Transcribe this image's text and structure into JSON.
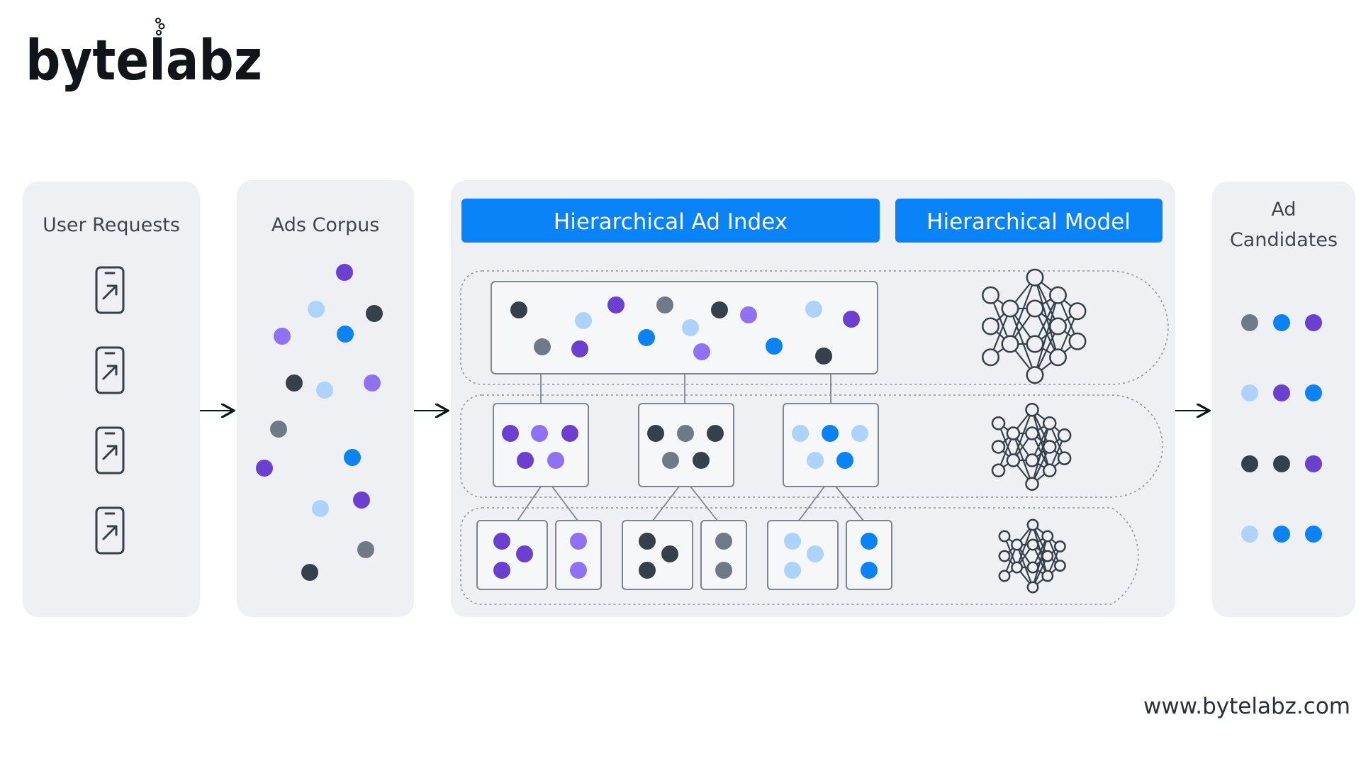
{
  "brand": {
    "logo_text": "bytelabz",
    "footer_url": "www.bytelabz.com"
  },
  "colors": {
    "panel_bg": "#eef0f3",
    "header_blue": "#0a82f8",
    "outline": "#7d858f",
    "dot_purple": "#6b3fd0",
    "dot_lavender": "#8e72f3",
    "dot_dark": "#36404a",
    "dot_gray": "#6f7a86",
    "dot_lightblue": "#aed3fb",
    "dot_blue": "#0a82f8"
  },
  "panels": {
    "user_requests": {
      "title": "User Requests",
      "icon": "phone-arrow-icon"
    },
    "ads_corpus": {
      "title": "Ads Corpus"
    },
    "hierarchy": {
      "index_label": "Hierarchical Ad Index",
      "model_label": "Hierarchical Model",
      "model_icon": "neural-network-icon"
    },
    "ad_candidates": {
      "title_line1": "Ad",
      "title_line2": "Candidates"
    }
  }
}
